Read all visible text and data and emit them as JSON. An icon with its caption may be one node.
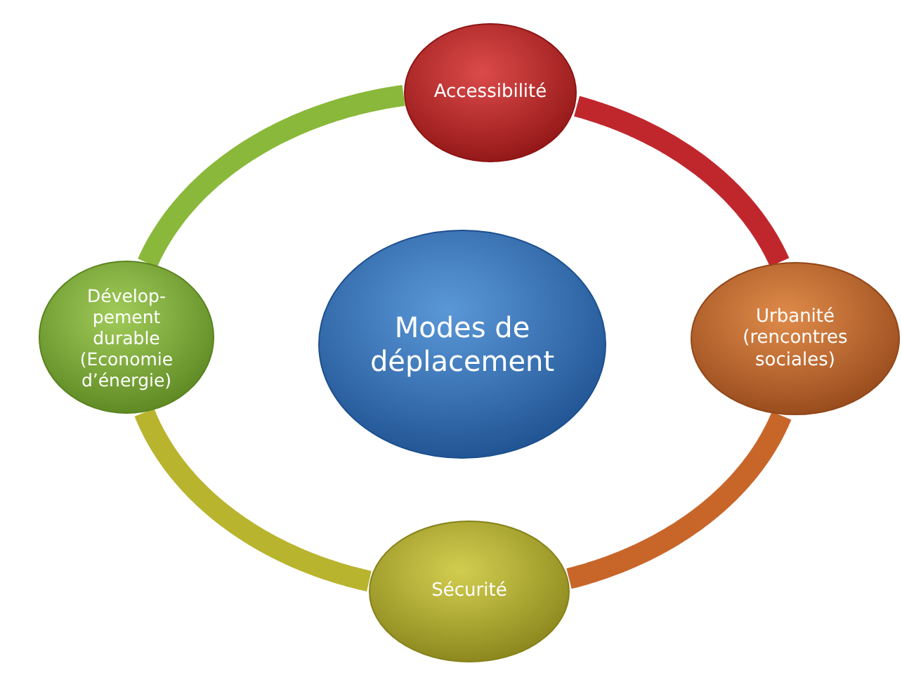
{
  "diagram": {
    "nodes": [
      {
        "text": [
          "Accessibilité"
        ]
      },
      {
        "text": [
          "Urbanité (rencontres sociales)"
        ]
      },
      {
        "text": [
          "Sécurité"
        ]
      },
      {
        "text": [
          "Dévelop- pement durable (Economie d’énergie)"
        ]
      },
      {
        "text": [
          "Modes de déplacement"
        ]
      }
    ],
    "edges": [
      {
        "from": 0,
        "to": 1,
        "arrow": "none",
        "color": "#c0272d"
      },
      {
        "from": 1,
        "to": 2,
        "arrow": "none",
        "color": "#c8662a"
      },
      {
        "from": 2,
        "to": 3,
        "arrow": "none",
        "color": "#b9b42e"
      },
      {
        "from": 3,
        "to": 0,
        "arrow": "none",
        "color": "#8ab83a"
      }
    ]
  }
}
